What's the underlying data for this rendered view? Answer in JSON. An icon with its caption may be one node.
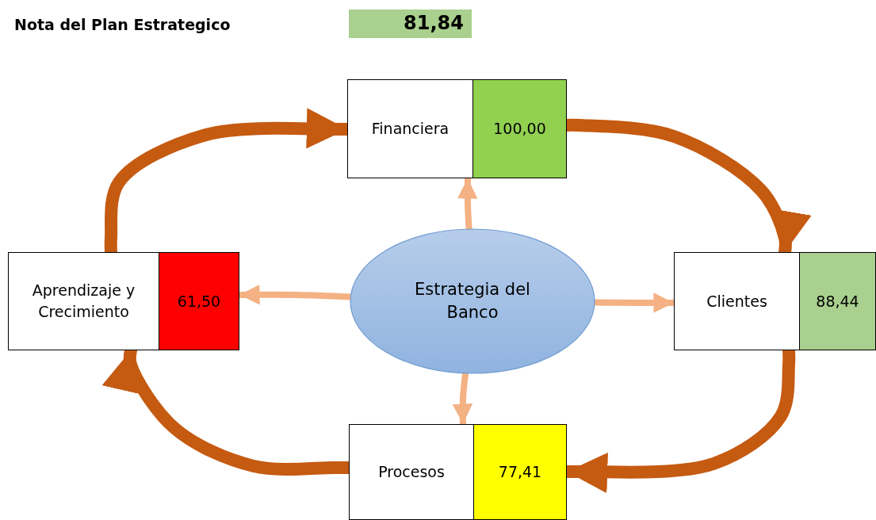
{
  "diagram": {
    "nodes": [
      {
        "text": [
          "81,84"
        ]
      },
      {
        "text": [
          "Financiera"
        ]
      },
      {
        "text": [
          "100,00"
        ]
      },
      {
        "text": [
          "Aprendizaje y Crecimiento"
        ]
      },
      {
        "text": [
          "61,50"
        ]
      },
      {
        "text": [
          "Estrategia del Banco"
        ]
      },
      {
        "text": [
          "Clientes"
        ]
      },
      {
        "text": [
          "88,44"
        ]
      },
      {
        "text": [
          "Procesos"
        ]
      },
      {
        "text": [
          "77,41"
        ]
      }
    ],
    "edges": [
      {
        "from": 5,
        "to": 1,
        "arrow": "to",
        "color": "#f4b183"
      },
      {
        "from": 5,
        "to": 4,
        "arrow": "to",
        "color": "#f4b183"
      },
      {
        "from": 5,
        "to": 6,
        "arrow": "to",
        "color": "#f4b183"
      },
      {
        "from": 5,
        "to": 8,
        "arrow": "to",
        "color": "#f4b183"
      },
      {
        "from": 3,
        "to": 1,
        "arrow": "to",
        "style": "thick",
        "color": "#c55a11"
      },
      {
        "from": 2,
        "to": 6,
        "arrow": "to",
        "style": "thick",
        "color": "#c55a11"
      },
      {
        "from": 6,
        "to": 9,
        "arrow": "to",
        "style": "thick",
        "color": "#c55a11"
      },
      {
        "from": 8,
        "to": 3,
        "arrow": "to",
        "style": "thick",
        "color": "#c55a11"
      }
    ],
    "labels": [
      "Nota del Plan Estrategico"
    ]
  }
}
